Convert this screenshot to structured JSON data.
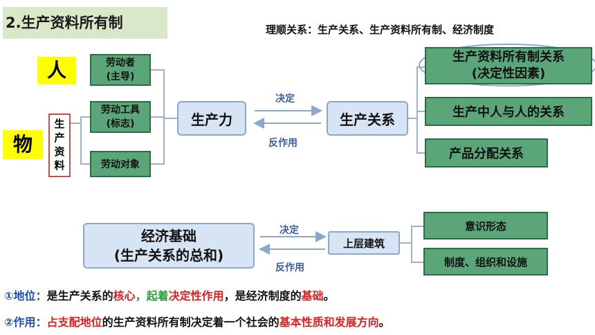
{
  "title": "2.生产资料所有制",
  "subtitle": "理顺关系：生产关系、生产资料所有制、经济制度",
  "people": "人",
  "things": "物",
  "means_box": [
    "生",
    "产",
    "资",
    "料"
  ],
  "factors": {
    "laborer": [
      "劳动者",
      "(主导)"
    ],
    "tools": [
      "劳动工具",
      "(标志)"
    ],
    "object": "劳动对象"
  },
  "productive_forces": "生产力",
  "relations_of_production": "生产关系",
  "decides": "决定",
  "counter_effect": "反作用",
  "relations_parts": {
    "ownership": [
      "生产资料所有制关系",
      "(决定性因素)"
    ],
    "interpersonal": "生产中人与人的关系",
    "distribution": "产品分配关系"
  },
  "economic_base": [
    "经济基础",
    "(生产关系的总和)"
  ],
  "superstructure": "上层建筑",
  "superstructure_parts": {
    "ideology": "意识形态",
    "institutions": "制度、组织和设施"
  },
  "position": {
    "label": "①地位：",
    "t1": "是生产关系的",
    "t2": "核心",
    "t3": "，起着",
    "t4": "决定性作用",
    "t5": "，是经济制度的",
    "t6": "基础",
    "t7": "。"
  },
  "role": {
    "label": "②作用：",
    "t1": "占支配地位",
    "t2": "的生产资料所有制决定着一个社会的",
    "t3": "基本性质和发展方向",
    "t4": "。"
  },
  "colors": {
    "green": "#5aa678",
    "blue_fill": "#d6e4f4",
    "red": "#e02020",
    "highlight": "#1f4fb4"
  }
}
